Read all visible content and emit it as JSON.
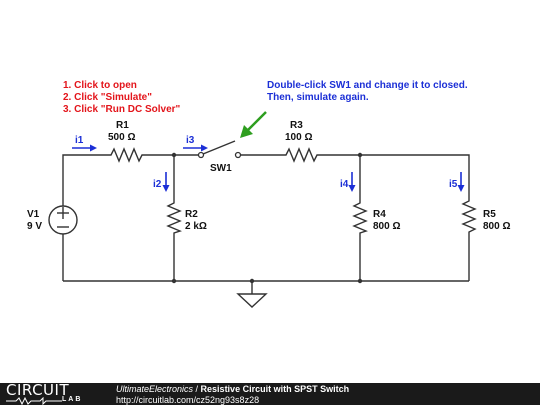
{
  "instructions": {
    "step1": "1. Click to open",
    "step2": "2. Click \"Simulate\"",
    "step3": "3. Click \"Run DC Solver\"",
    "note_line1": "Double-click SW1 and change it to closed.",
    "note_line2": "Then, simulate again."
  },
  "components": {
    "v1": {
      "name": "V1",
      "value": "9 V"
    },
    "r1": {
      "name": "R1",
      "value": "500 Ω"
    },
    "r2": {
      "name": "R2",
      "value": "2 kΩ"
    },
    "r3": {
      "name": "R3",
      "value": "100 Ω"
    },
    "r4": {
      "name": "R4",
      "value": "800 Ω"
    },
    "r5": {
      "name": "R5",
      "value": "800 Ω"
    },
    "sw1": {
      "name": "SW1"
    }
  },
  "currents": {
    "i1": "i1",
    "i2": "i2",
    "i3": "i3",
    "i4": "i4",
    "i5": "i5"
  },
  "footer": {
    "logo_main": "CIRCUIT",
    "logo_sub": "LAB",
    "author": "UltimateElectronics",
    "separator": " / ",
    "title": "Resistive Circuit with SPST Switch",
    "url": "http://circuitlab.com/cz52ng93s8z28"
  },
  "colors": {
    "instruction_red": "#e3141a",
    "annotation_blue": "#1b2fd6",
    "pointer_arrow_green": "#2e9e1f",
    "footer_bg": "#1a1a1a"
  }
}
